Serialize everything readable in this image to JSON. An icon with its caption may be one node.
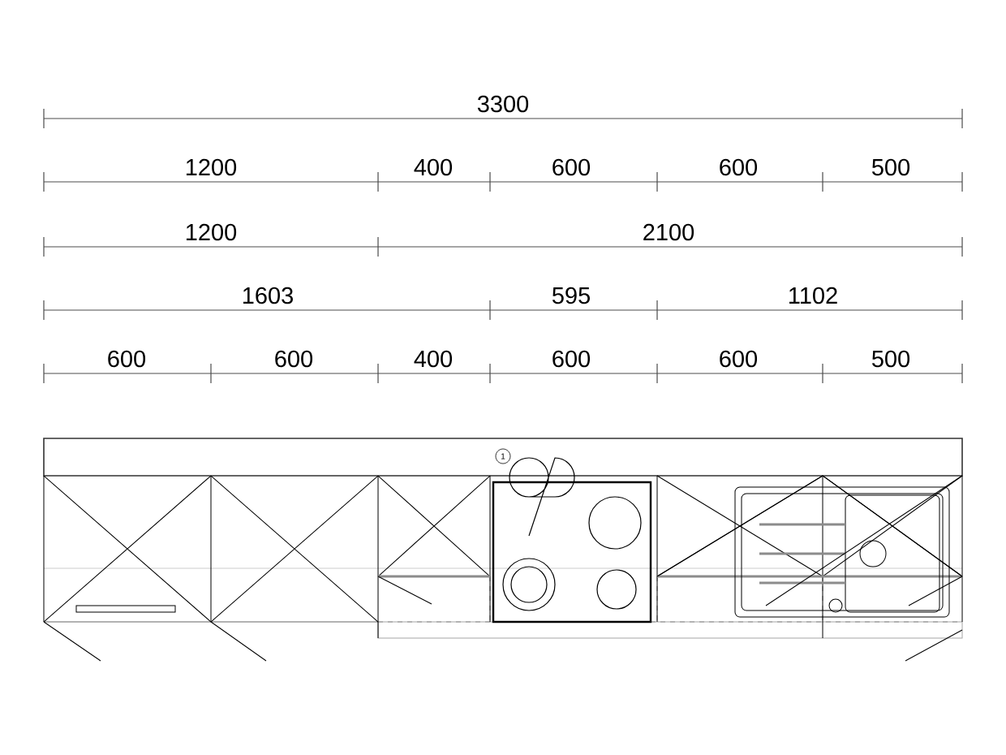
{
  "diagram": {
    "nodes": [
      {
        "text": [
          "1"
        ]
      }
    ],
    "labels": [
      "3300",
      "1200",
      "400",
      "600",
      "600",
      "500",
      "1200",
      "2100",
      "1603",
      "595",
      "1102",
      "600",
      "600",
      "400",
      "600",
      "600",
      "500"
    ]
  }
}
